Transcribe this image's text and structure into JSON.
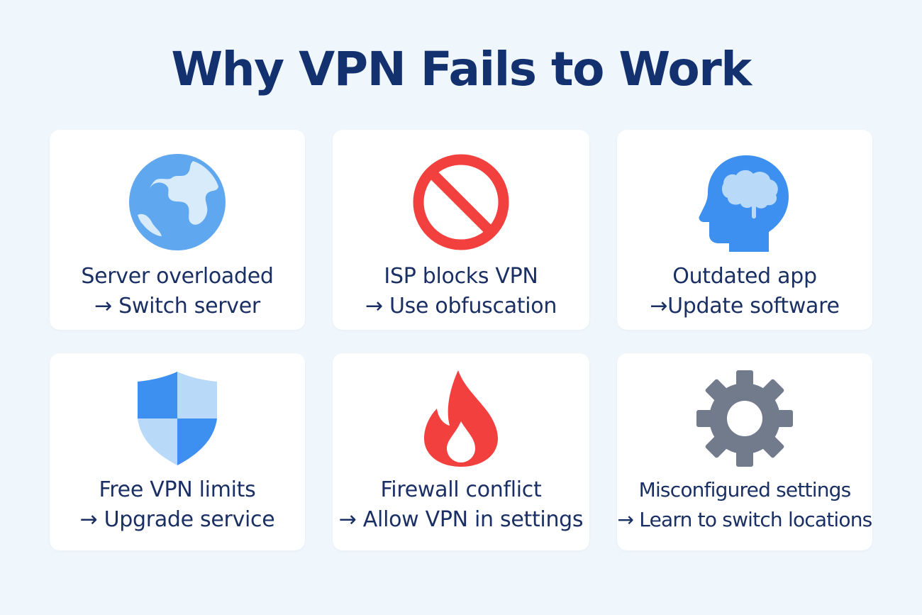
{
  "title": "Why VPN Fails to Work",
  "cards": [
    {
      "problem": "Server overloaded",
      "solution": "→ Switch server",
      "icon": "globe-icon"
    },
    {
      "problem": "ISP blocks VPN",
      "solution": "→ Use obfuscation",
      "icon": "blocked-icon"
    },
    {
      "problem": "Outdated app",
      "solution": "→Update software",
      "icon": "head-brain-icon"
    },
    {
      "problem": "Free VPN limits",
      "solution": "→ Upgrade service",
      "icon": "shield-icon"
    },
    {
      "problem": "Firewall conflict",
      "solution": "→ Allow VPN in settings",
      "icon": "fire-icon"
    },
    {
      "problem": "Misconfigured settings",
      "solution": "→ Learn to switch locations",
      "icon": "gear-icon"
    }
  ],
  "colors": {
    "background": "#eff6fc",
    "title": "#13316f",
    "text": "#1a2f63",
    "blue": "#3d8ff0",
    "light_blue": "#b8d9f7",
    "red": "#f2403f",
    "gray": "#717b8c"
  }
}
